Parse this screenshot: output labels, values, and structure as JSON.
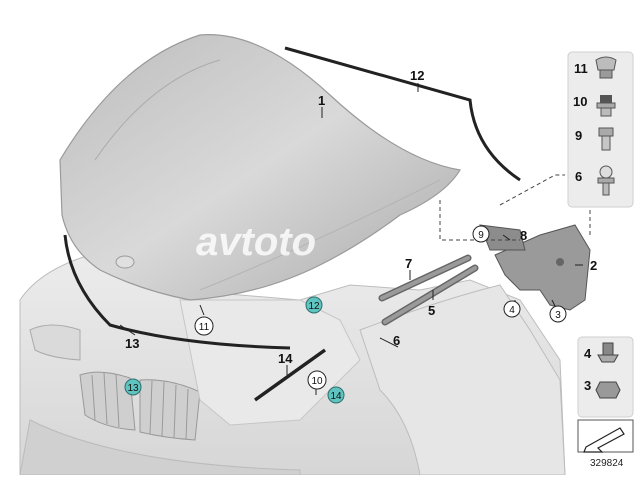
{
  "diagram": {
    "callouts": {
      "c1": "1",
      "c2": "2",
      "c3": "3",
      "c4": "4",
      "c5": "5",
      "c6": "6",
      "c7": "7",
      "c8": "8",
      "c9": "9",
      "c10": "10",
      "c11": "11",
      "c12": "12",
      "c13": "13",
      "c14": "14"
    },
    "circled": {
      "c11": "11",
      "c10": "10",
      "c9": "9",
      "c4": "4",
      "c3": "3",
      "t12": "12",
      "t13": "13",
      "t14": "14"
    },
    "side_panel": {
      "p11": "11",
      "p10": "10",
      "p9": "9",
      "p6": "6",
      "p4": "4",
      "p3": "3"
    },
    "watermark": "avtoto",
    "part_number": "329824",
    "colors": {
      "highlight": "#5fc3c0",
      "panel_bg": "#ececec",
      "hood": "#c8c8c8",
      "body": "#e2e2e2"
    }
  }
}
